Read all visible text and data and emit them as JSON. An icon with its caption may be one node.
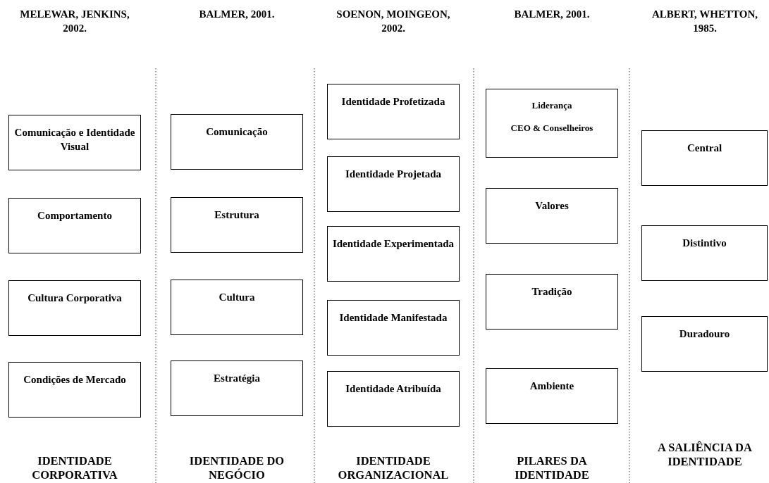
{
  "diagram": {
    "nodes": [
      {
        "text": [
          "Comunicação e Identidade Visual"
        ]
      },
      {
        "text": [
          "Comportamento"
        ]
      },
      {
        "text": [
          "Cultura Corporativa"
        ]
      },
      {
        "text": [
          "Condições de Mercado"
        ]
      },
      {
        "text": [
          "Comunicação"
        ]
      },
      {
        "text": [
          "Estrutura"
        ]
      },
      {
        "text": [
          "Cultura"
        ]
      },
      {
        "text": [
          "Estratégia"
        ]
      },
      {
        "text": [
          "Identidade Profetizada"
        ]
      },
      {
        "text": [
          "Identidade Projetada"
        ]
      },
      {
        "text": [
          "Identidade Experimentada"
        ]
      },
      {
        "text": [
          "Identidade Manifestada"
        ]
      },
      {
        "text": [
          "Identidade Atribuída"
        ]
      },
      {
        "text": [
          "Liderança",
          "CEO & Conselheiros"
        ]
      },
      {
        "text": [
          "Valores"
        ]
      },
      {
        "text": [
          "Tradição"
        ]
      },
      {
        "text": [
          "Ambiente"
        ]
      },
      {
        "text": [
          "Central"
        ]
      },
      {
        "text": [
          "Distintivo"
        ]
      },
      {
        "text": [
          "Duradouro"
        ]
      }
    ],
    "labels": [
      "MELEWAR, JENKINS, 2002.",
      "BALMER, 2001.",
      "SOENON, MOINGEON, 2002.",
      "BALMER, 2001.",
      "ALBERT, WHETTON, 1985.",
      "IDENTIDADE CORPORATIVA",
      "IDENTIDADE DO NEGÓCIO",
      "IDENTIDADE ORGANIZACIONAL",
      "PILARES DA IDENTIDADE",
      "A SALIÊNCIA DA IDENTIDADE"
    ]
  }
}
